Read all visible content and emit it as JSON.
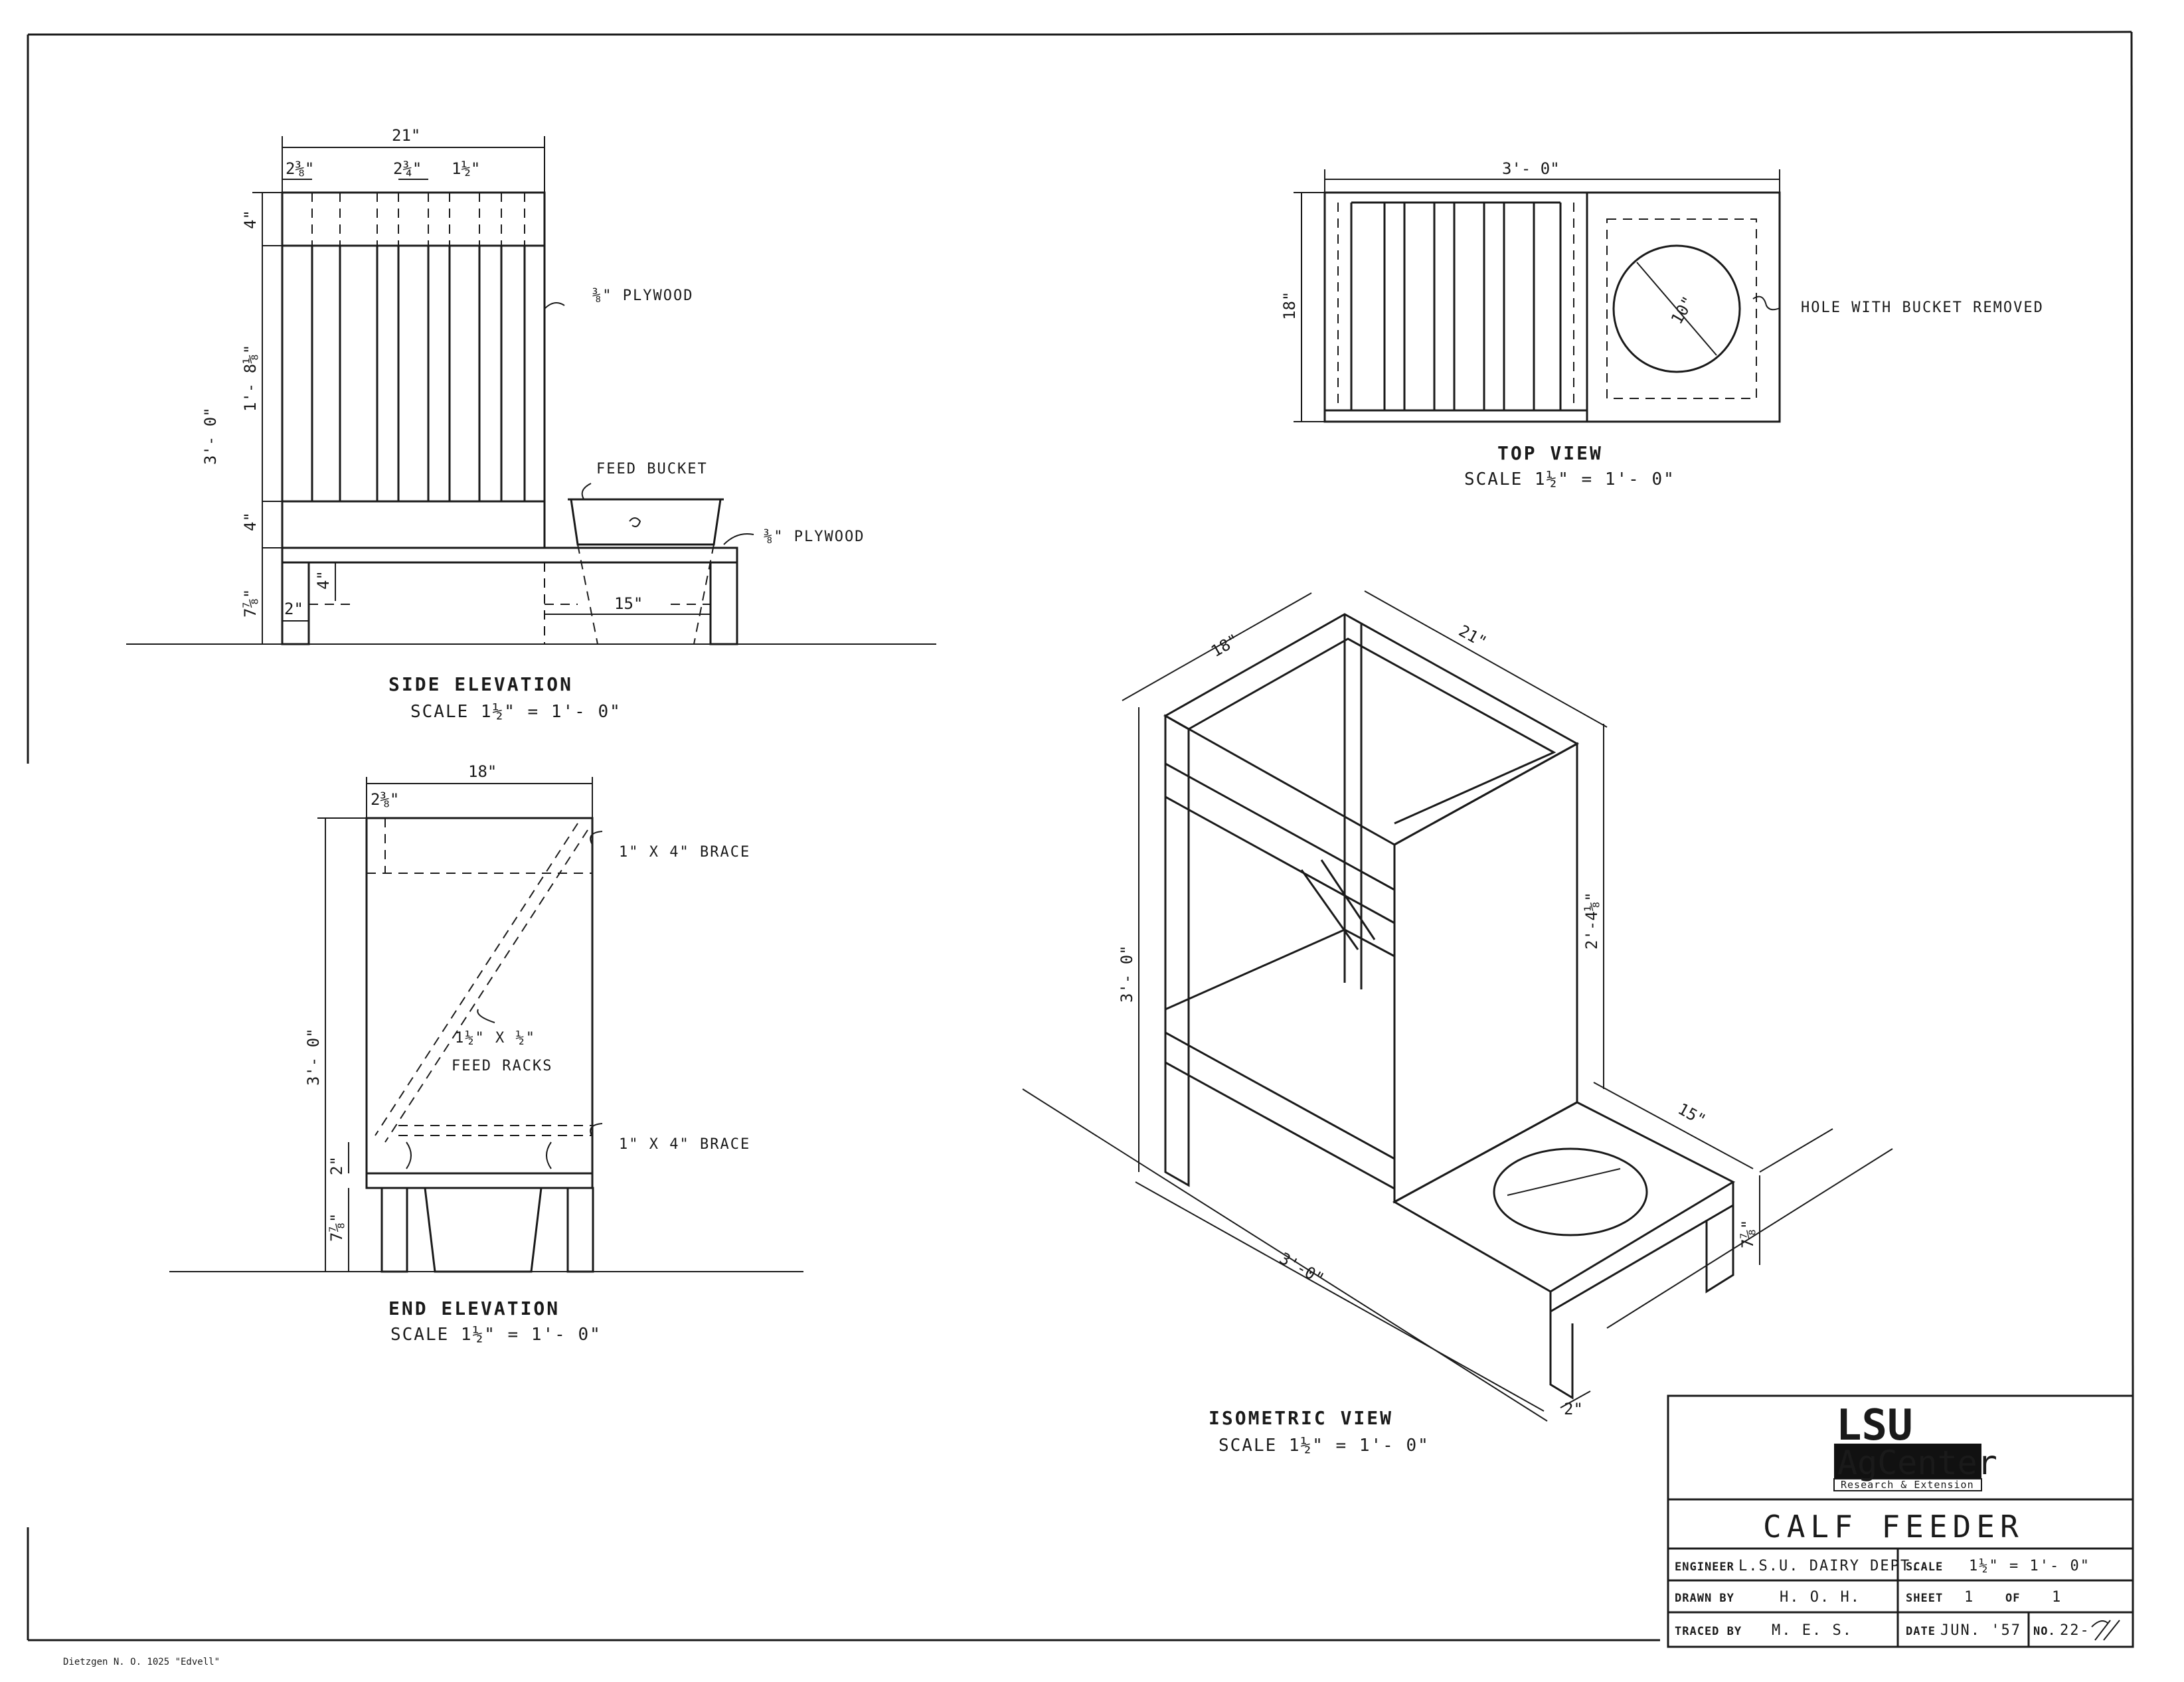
{
  "maker_mark": "Dietzgen N. O. 1025 \"Edvell\"",
  "side_elevation": {
    "title": "SIDE ELEVATION",
    "scale": "SCALE 1½\" = 1'- 0\"",
    "dims": {
      "width": "21\"",
      "left_slat": "2⅜\"",
      "mid_slat": "2¾\"",
      "gap": "1½\"",
      "total_height": "3'- 0\"",
      "top_band": "4\"",
      "upper_height": "1'- 8⅛\"",
      "lower_band": "4\"",
      "leg_height": "7⅞\"",
      "leg_inner": "4\"",
      "leg_width": "2\"",
      "bucket_span": "15\""
    },
    "labels": {
      "plywood_upper": "⅜\" PLYWOOD",
      "feed_bucket": "FEED BUCKET",
      "plywood_lower": "⅜\" PLYWOOD"
    }
  },
  "end_elevation": {
    "title": "END ELEVATION",
    "scale": "SCALE 1½\" = 1'- 0\"",
    "dims": {
      "width": "18\"",
      "top_dim": "2⅜\"",
      "total_height": "3'- 0\"",
      "lower": "2\"",
      "leg_height": "7⅞\""
    },
    "labels": {
      "brace_top": "1\" X 4\" BRACE",
      "racks_size": "1½\" X ½\"",
      "racks": "FEED RACKS",
      "brace_bottom": "1\" X 4\" BRACE"
    }
  },
  "top_view": {
    "title": "TOP VIEW",
    "scale": "SCALE 1½\" = 1'- 0\"",
    "dims": {
      "length": "3'- 0\"",
      "depth": "18\"",
      "hole": "10\""
    },
    "labels": {
      "hole_note": "HOLE WITH BUCKET REMOVED"
    }
  },
  "isometric_view": {
    "title": "ISOMETRIC VIEW",
    "scale": "SCALE 1½\" = 1'- 0\"",
    "dims": {
      "depth": "18\"",
      "width": "21\"",
      "rack_height": "2'-4⅛\"",
      "height": "3'- 0\"",
      "length": "3'-0\"",
      "shelf": "15\"",
      "leg_height": "7⅞\"",
      "leg_width": "2\""
    }
  },
  "title_block": {
    "logo_top": "LSU",
    "logo_mid": "AgCenter",
    "logo_sub": "Research & Extension",
    "drawing_title": "CALF FEEDER",
    "engineer_label": "ENGINEER",
    "engineer_value": "L.S.U. DAIRY DEPT.",
    "scale_label": "SCALE",
    "scale_value": "1½\" = 1'- 0\"",
    "drawn_label": "DRAWN BY",
    "drawn_value": "H. O. H.",
    "sheet_label": "SHEET",
    "sheet_value": "1",
    "of_label": "OF",
    "of_value": "1",
    "traced_label": "TRACED BY",
    "traced_value": "M. E. S.",
    "date_label": "DATE",
    "date_value": "JUN. '57",
    "no_label": "NO.",
    "no_value": "22-"
  }
}
